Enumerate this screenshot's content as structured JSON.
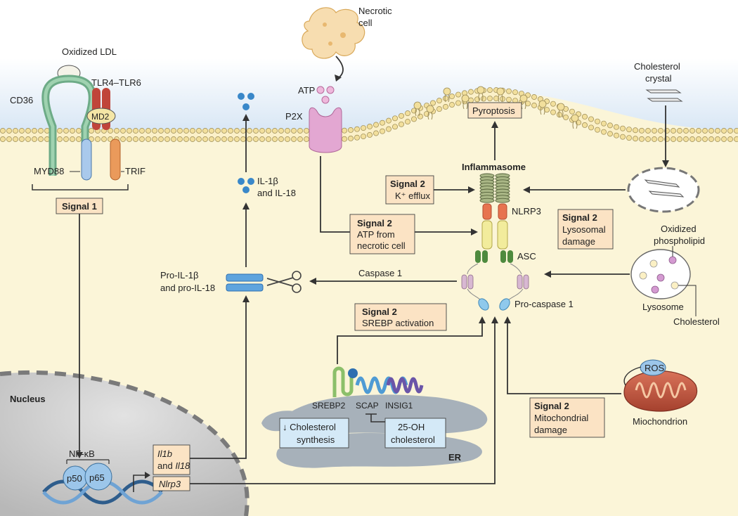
{
  "labels": {
    "oxidized_ldl": "Oxidized LDL",
    "tlr4_tlr6": "TLR4–TLR6",
    "cd36": "CD36",
    "md2": "MD2",
    "myd88": "MYD88",
    "trif": "TRIF",
    "signal1": "Signal 1",
    "il1b_il18_top": "IL-1β",
    "il1b_il18_and": "and IL-18",
    "necrotic": "Necrotic",
    "necrotic2": "cell",
    "atp": "ATP",
    "p2x": "P2X",
    "pyroptosis": "Pyroptosis",
    "cholesterol_crystal_1": "Cholesterol",
    "cholesterol_crystal_2": "crystal",
    "inflammasome": "Inflammasome",
    "nlrp3": "NLRP3",
    "asc": "ASC",
    "caspase1": "Caspase 1",
    "procaspase1": "Pro-caspase 1",
    "pro_il1b": "Pro-IL-1β",
    "pro_il18": "and pro-IL-18",
    "oxidized_pl_1": "Oxidized",
    "oxidized_pl_2": "phospholipid",
    "lysosome": "Lysosome",
    "cholesterol": "Cholesterol",
    "ros": "ROS",
    "mitochondrion": "Miochondrion",
    "nucleus": "Nucleus",
    "nfkb": "NF-κB",
    "p50": "p50",
    "p65": "p65",
    "srebp2": "SREBP2",
    "scap": "SCAP",
    "insig1": "INSIG1",
    "er": "ER",
    "chol_synth_1": "↓ Cholesterol",
    "chol_synth_2": "synthesis",
    "oh_chol_1": "25-OH",
    "oh_chol_2": "cholesterol",
    "il1b_gene": "Il1b",
    "and_word": "and ",
    "il18_gene": "Il18",
    "nlrp3_gene": "Nlrp3"
  },
  "signal_boxes": {
    "k_efflux": {
      "title": "Signal 2",
      "line1": "K⁺ efflux"
    },
    "atp_necrotic": {
      "title": "Signal 2",
      "line1": "ATP from",
      "line2": "necrotic cell"
    },
    "lysosomal": {
      "title": "Signal 2",
      "line1": "Lysosomal",
      "line2": "damage"
    },
    "srebp": {
      "title": "Signal 2",
      "line1": "SREBP activation"
    },
    "mito": {
      "title": "Signal 2",
      "line1": "Mitochondrial",
      "line2": "damage"
    }
  },
  "colors": {
    "membrane_bg": "#f8f0c4",
    "cytoplasm": "#fbf6dc",
    "extracellular_top": "#d8e6f4",
    "nucleus": "#c8c8c8",
    "er": "#9aa6b0",
    "box_fill": "#fbe3c4",
    "blue_box": "#d4e9f7",
    "il1b_blue": "#3a88c9"
  }
}
